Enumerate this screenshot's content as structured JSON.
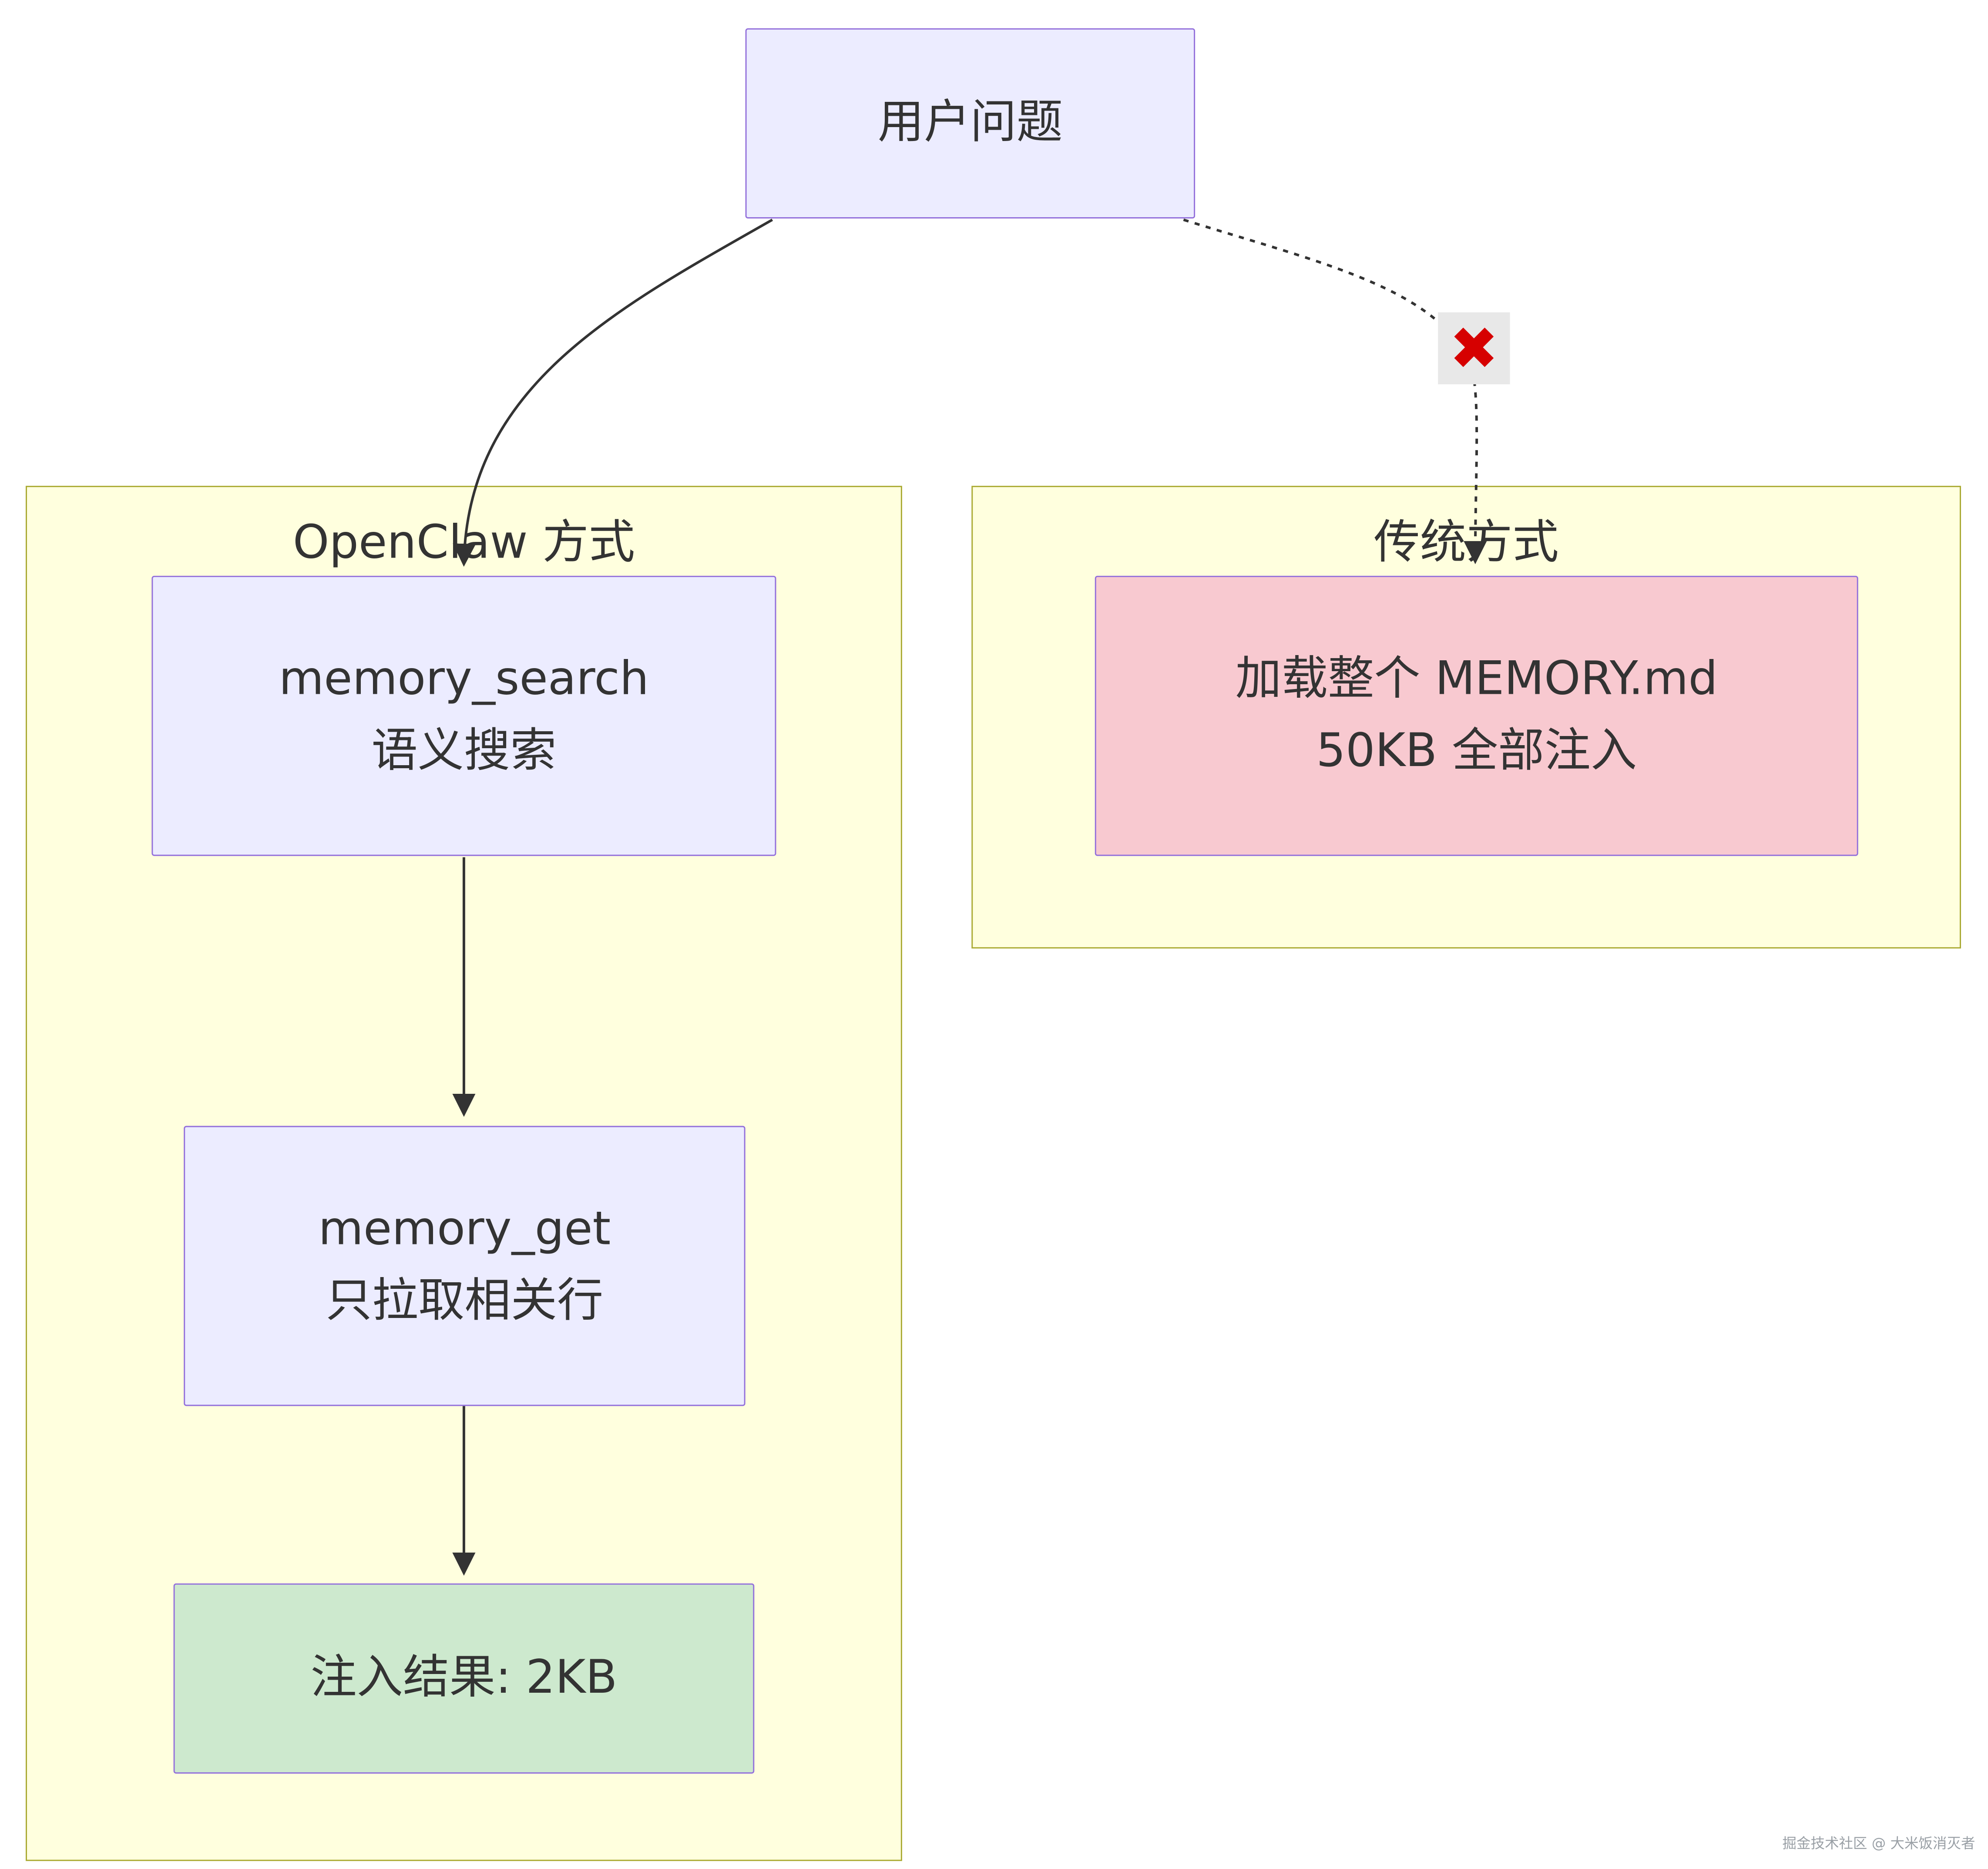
{
  "diagram": {
    "nodes": {
      "user_question": {
        "label": "用户问题"
      },
      "memory_search": {
        "line1": "memory_search",
        "line2": "语义搜索"
      },
      "memory_get": {
        "line1": "memory_get",
        "line2": "只拉取相关行"
      },
      "inject_result": {
        "label": "注入结果: 2KB"
      },
      "load_all": {
        "line1": "加载整个 MEMORY.md",
        "line2": "50KB 全部注入"
      }
    },
    "subgraphs": {
      "openclaw": {
        "title": "OpenClaw 方式"
      },
      "traditional": {
        "title": "传统方式"
      }
    },
    "icons": {
      "rejected_cross": "✖"
    },
    "colors": {
      "node_fill": "#ECECFF",
      "node_border": "#9370DB",
      "subgraph_fill": "#FFFFDE",
      "subgraph_border": "#AAAA33",
      "danger_fill": "#F8C9D0",
      "success_fill": "#CDE9CE",
      "edge_stroke": "#333333",
      "cross_red": "#D60000"
    },
    "watermark": "掘金技术社区 @ 大米饭消灭者"
  }
}
